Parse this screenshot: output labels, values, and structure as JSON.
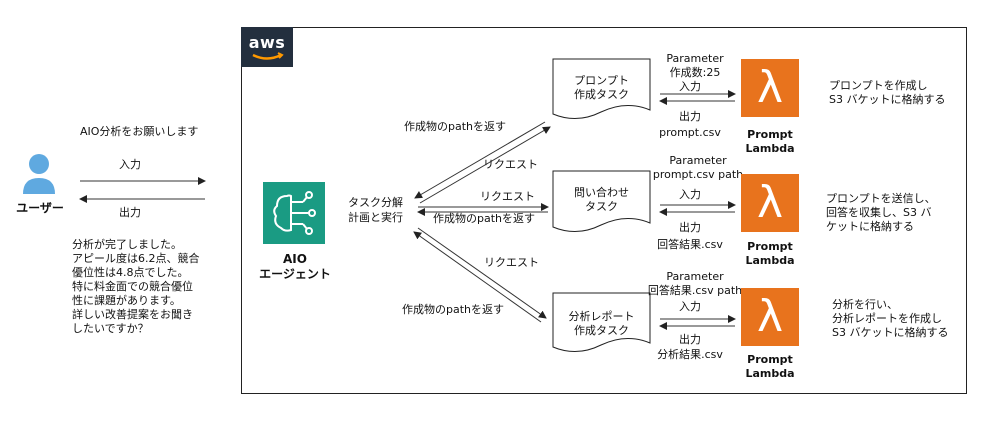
{
  "aws": {
    "logo_text": "aws"
  },
  "user": {
    "label": "ユーザー",
    "request_text": "AIO分析をお願いします",
    "input_label": "入力",
    "output_label": "出力",
    "response_lines": [
      "分析が完了しました。",
      "アピール度は6.2点、競合",
      "優位性は4.8点でした。",
      "特に料金面での競合優位",
      "性に課題があります。",
      "詳しい改善提案をお聞き",
      "したいですか？"
    ]
  },
  "agent": {
    "name_line1": "AIO",
    "name_line2": "エージェント",
    "action_line1": "タスク分解",
    "action_line2": "計画と実行"
  },
  "edges": {
    "return_path_top": "作成物のpathを返す",
    "request_1": "リクエスト",
    "request_2": "リクエスト",
    "return_path_mid": "作成物のpathを返す",
    "request_3": "リクエスト",
    "return_path_bottom": "作成物のpathを返す"
  },
  "tasks": [
    {
      "line1": "プロンプト",
      "line2": "作成タスク",
      "param_line1": "Parameter",
      "param_line2": "作成数:25",
      "input_label": "入力",
      "output_label": "出力",
      "output_file": "prompt.csv",
      "lambda_line1": "Prompt",
      "lambda_line2": "Lambda",
      "desc_line1": "プロンプトを作成し",
      "desc_line2": "S3 バケットに格納する",
      "desc_line3": ""
    },
    {
      "line1": "問い合わせ",
      "line2": "タスク",
      "param_line1": "Parameter",
      "param_line2": "prompt.csv path",
      "input_label": "入力",
      "output_label": "出力",
      "output_file": "回答結果.csv",
      "lambda_line1": "Prompt",
      "lambda_line2": "Lambda",
      "desc_line1": "プロンプトを送信し、",
      "desc_line2": "回答を収集し、S3 バ",
      "desc_line3": "ケットに格納する"
    },
    {
      "line1": "分析レポート",
      "line2": "作成タスク",
      "param_line1": "Parameter",
      "param_line2": "回答結果.csv path",
      "input_label": "入力",
      "output_label": "出力",
      "output_file": "分析結果.csv",
      "lambda_line1": "Prompt",
      "lambda_line2": "Lambda",
      "desc_line1": "分析を行い、",
      "desc_line2": "分析レポートを作成し",
      "desc_line3": "S3 バケットに格納する"
    }
  ]
}
